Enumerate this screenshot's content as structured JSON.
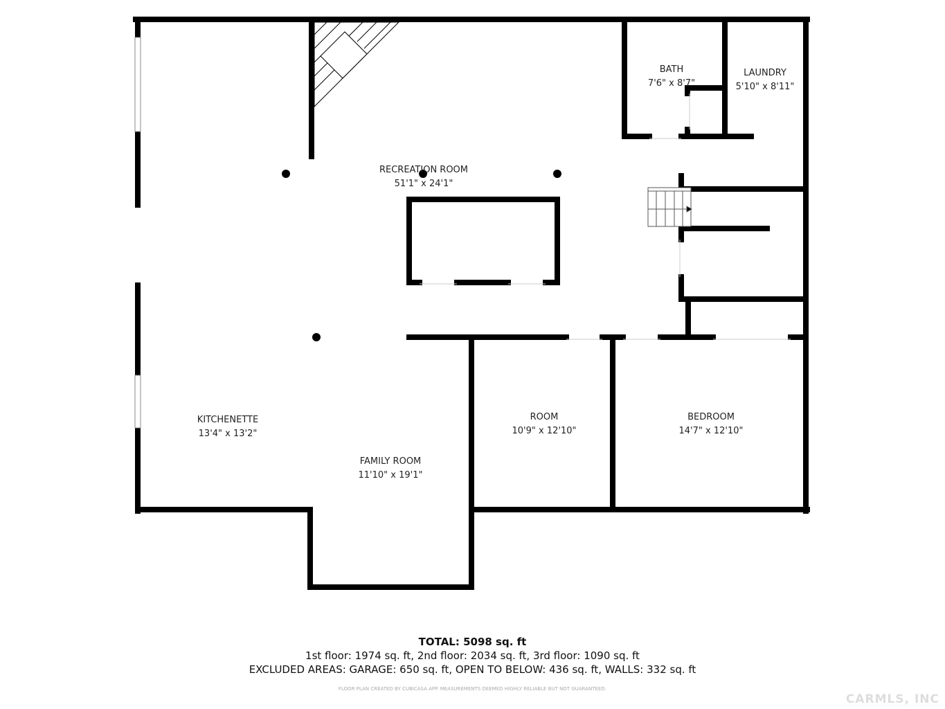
{
  "rooms": [
    {
      "name": "RECREATION ROOM",
      "size": "51'1\" x 24'1\""
    },
    {
      "name": "BATH",
      "size": "7'6\" x 8'7\""
    },
    {
      "name": "LAUNDRY",
      "size": "5'10\" x 8'11\""
    },
    {
      "name": "KITCHENETTE",
      "size": "13'4\" x 13'2\""
    },
    {
      "name": "FAMILY ROOM",
      "size": "11'10\" x 19'1\""
    },
    {
      "name": "ROOM",
      "size": "10'9\" x 12'10\""
    },
    {
      "name": "BEDROOM",
      "size": "14'7\" x 12'10\""
    }
  ],
  "footer": {
    "total": "TOTAL: 5098 sq. ft",
    "floors": "1st floor: 1974 sq. ft, 2nd floor: 2034 sq. ft, 3rd floor: 1090 sq. ft",
    "excluded": "EXCLUDED AREAS: GARAGE: 650 sq. ft, OPEN TO BELOW: 436 sq. ft, WALLS: 332 sq. ft",
    "disclaimer": "FLOOR PLAN CREATED BY CUBICASA APP. MEASUREMENTS DEEMED HIGHLY RELIABLE BUT NOT GUARANTEED."
  },
  "watermark": "CARMLS, INC",
  "colors": {
    "wall": "#000000",
    "background": "#ffffff"
  }
}
